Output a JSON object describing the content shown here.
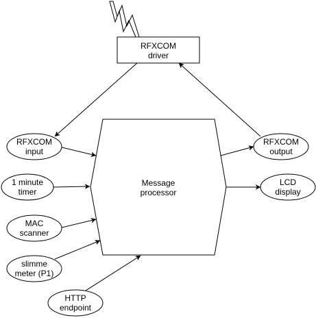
{
  "nodes": {
    "driver": {
      "line1": "RFXCOM",
      "line2": "driver"
    },
    "processor": {
      "line1": "Message",
      "line2": "processor"
    },
    "rfx_input": {
      "line1": "RFXCOM",
      "line2": "input"
    },
    "timer": {
      "line1": "1 minute",
      "line2": "timer"
    },
    "mac": {
      "line1": "MAC",
      "line2": "scanner"
    },
    "slimme": {
      "line1": "slimme",
      "line2": "meter (P1)"
    },
    "http": {
      "line1": "HTTP",
      "line2": "endpoint"
    },
    "rfx_output": {
      "line1": "RFXCOM",
      "line2": "output"
    },
    "lcd": {
      "line1": "LCD",
      "line2": "display"
    }
  },
  "colors": {
    "stroke": "#000000",
    "fill": "#ffffff"
  }
}
